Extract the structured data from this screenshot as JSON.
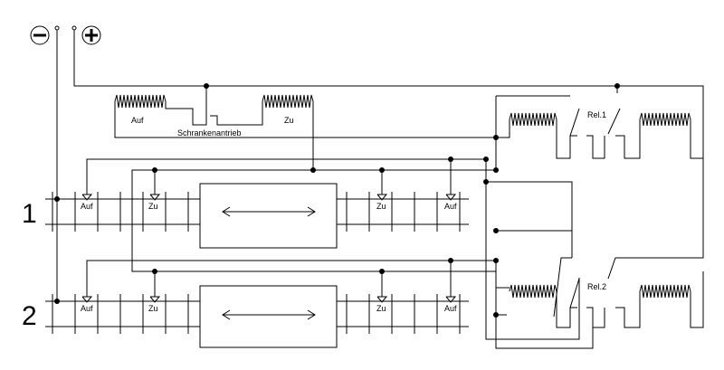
{
  "terminals": {
    "minus": "−",
    "plus": "+"
  },
  "tracks": [
    {
      "number": "1",
      "labels": [
        "Auf",
        "Zu",
        "Zu",
        "Auf"
      ]
    },
    {
      "number": "2",
      "labels": [
        "Auf",
        "Zu",
        "Zu",
        "Auf"
      ]
    }
  ],
  "drive": {
    "label": "Schrankenantrieb",
    "coil_left": "Auf",
    "coil_right": "Zu"
  },
  "relays": [
    {
      "label": "Rel.1"
    },
    {
      "label": "Rel.2"
    }
  ]
}
